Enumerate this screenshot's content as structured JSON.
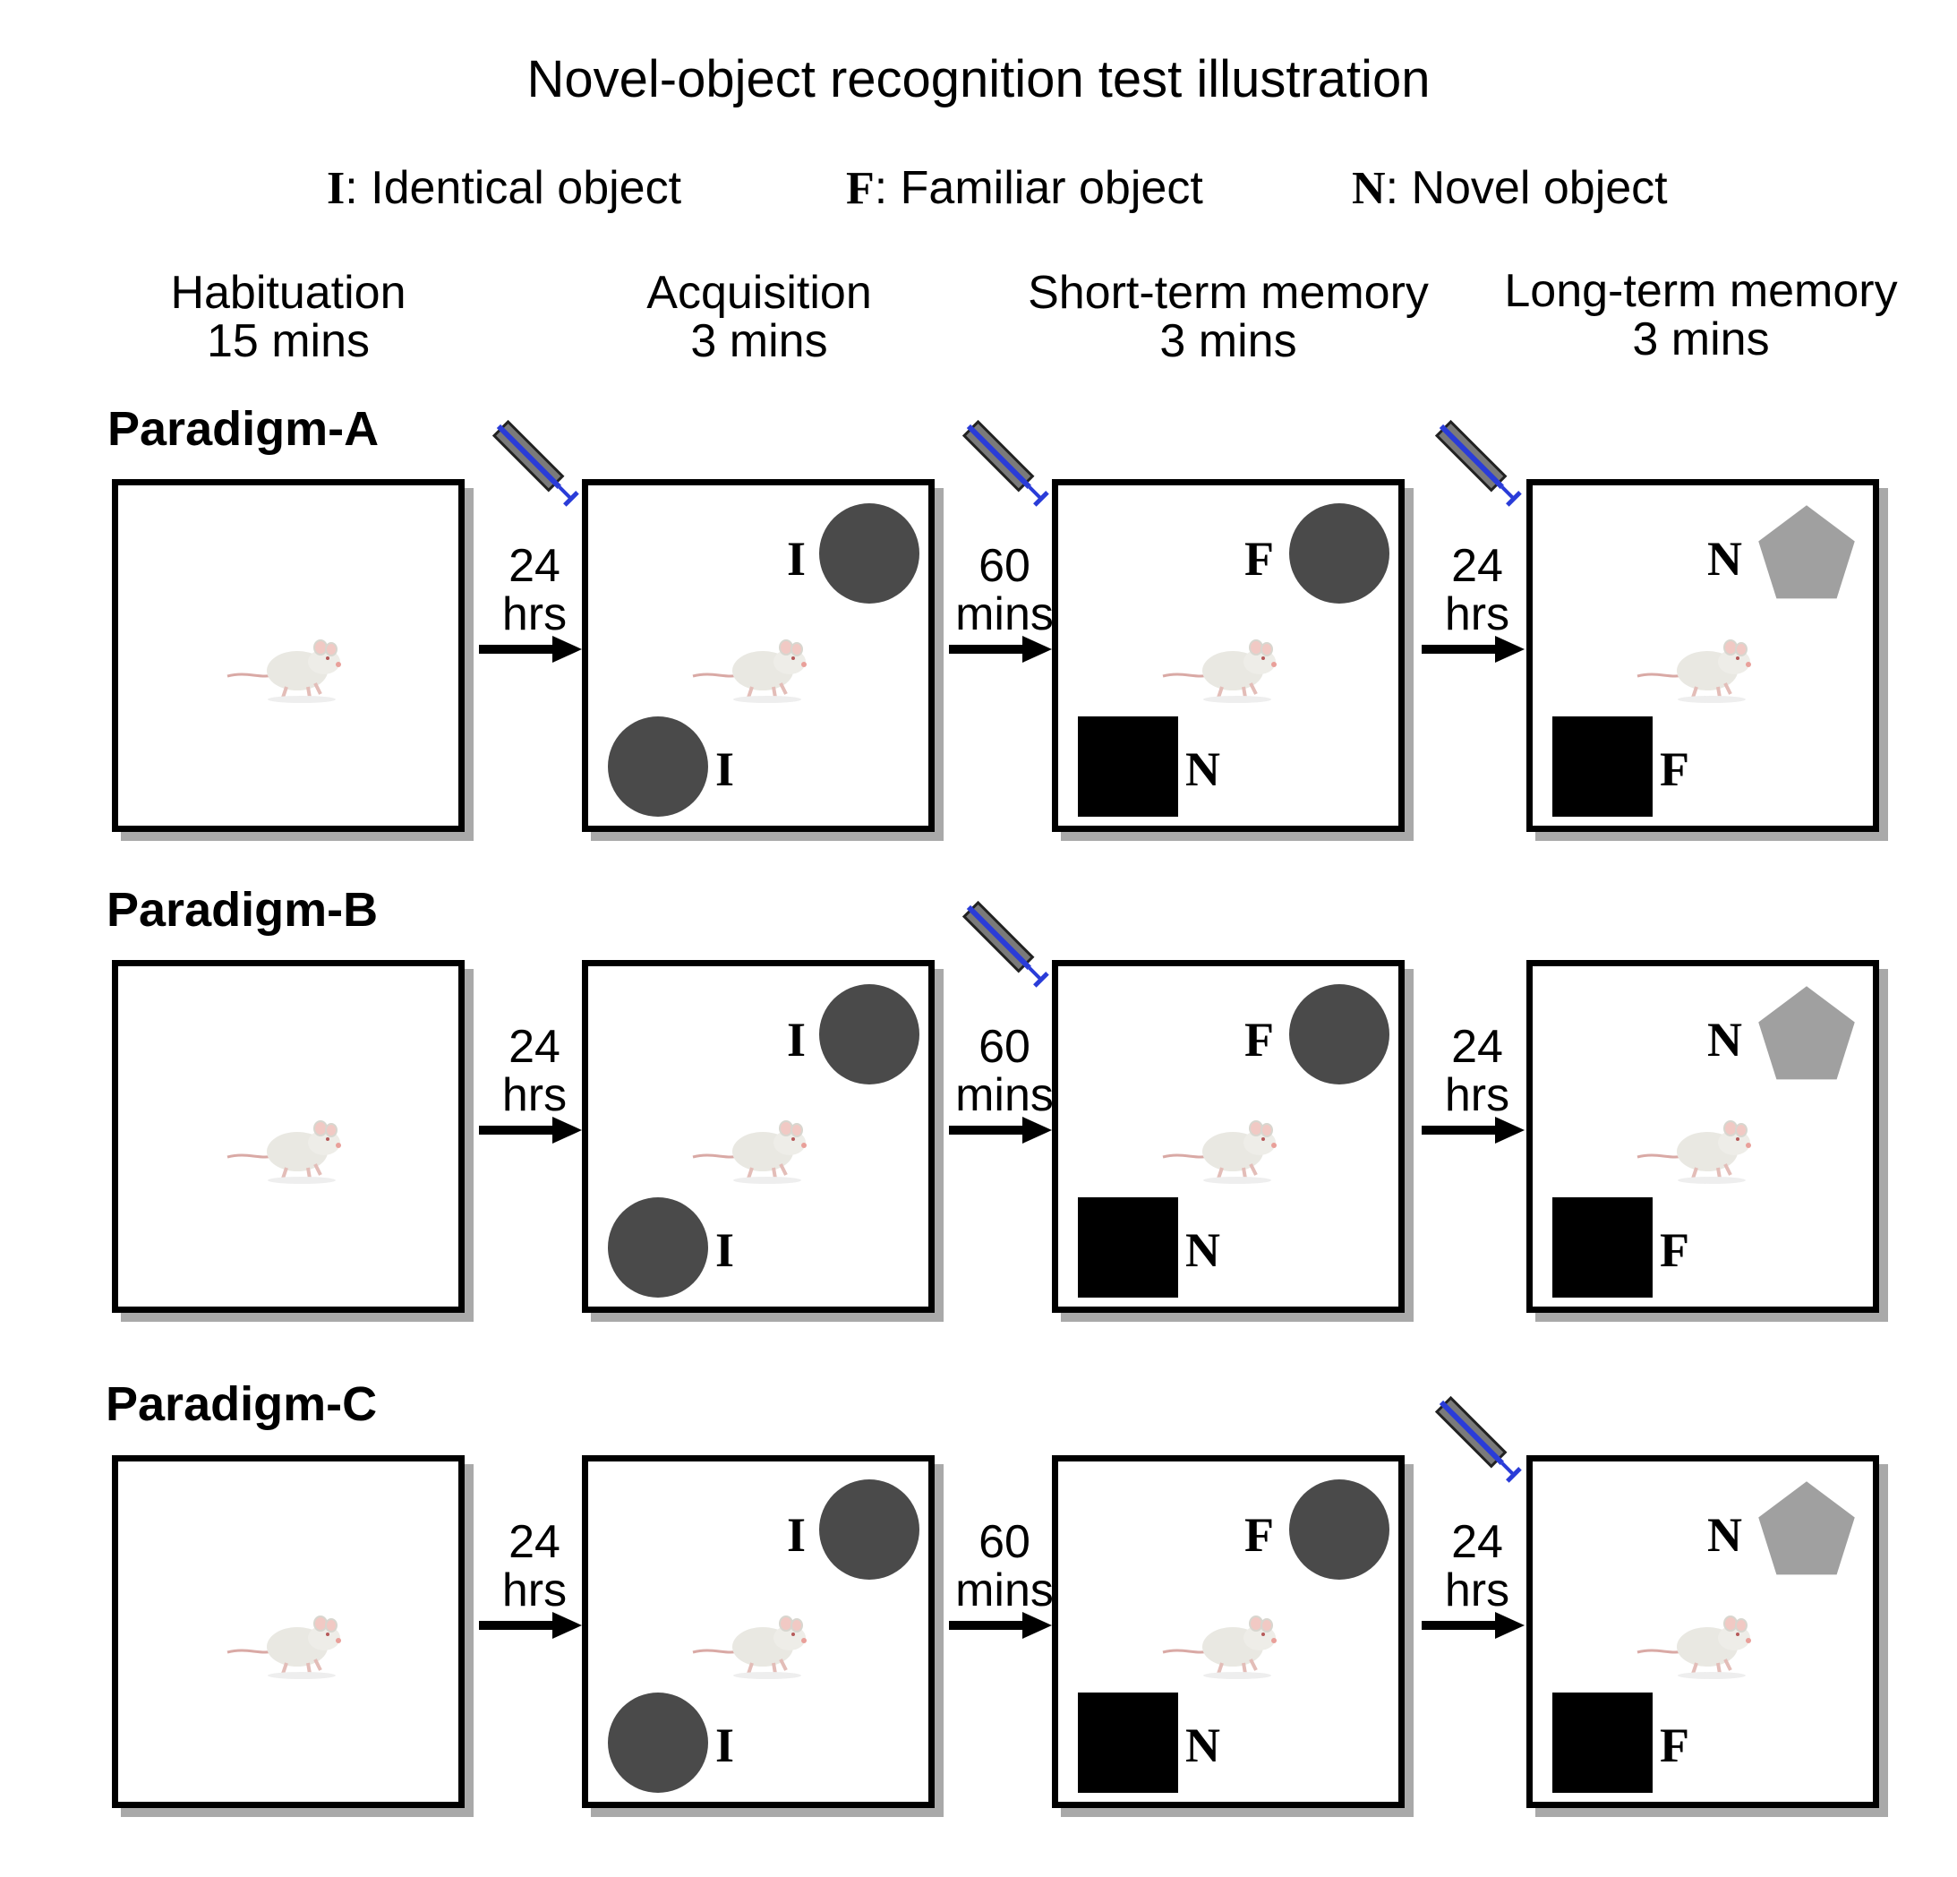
{
  "title": "Novel-object recognition test illustration",
  "legend": [
    {
      "key": "I",
      "text": ": Identical object"
    },
    {
      "key": "F",
      "text": ": Familiar object"
    },
    {
      "key": "N",
      "text": ": Novel object"
    }
  ],
  "phases": [
    {
      "name": "Habituation",
      "duration": "15 mins"
    },
    {
      "name": "Acquisition",
      "duration": "3 mins"
    },
    {
      "name": "Short-term memory",
      "duration": "3 mins"
    },
    {
      "name": "Long-term memory",
      "duration": "3 mins"
    }
  ],
  "intervals": [
    {
      "value": "24",
      "unit": "hrs"
    },
    {
      "value": "60",
      "unit": "mins"
    },
    {
      "value": "24",
      "unit": "hrs"
    }
  ],
  "object_labels": {
    "acquisition": {
      "top": "I",
      "bottom": "I"
    },
    "short_term": {
      "top": "F",
      "bottom": "N"
    },
    "long_term": {
      "top": "N",
      "bottom": "F"
    }
  },
  "paradigms": [
    {
      "name": "Paradigm-A",
      "injections_after_phase": [
        1,
        2,
        3
      ]
    },
    {
      "name": "Paradigm-B",
      "injections_after_phase": [
        2
      ]
    },
    {
      "name": "Paradigm-C",
      "injections_after_phase": [
        3
      ]
    }
  ],
  "colors": {
    "circle_object": "#4a4a4a",
    "square_object": "#000000",
    "pentagon_object": "#a0a0a0",
    "syringe_body": "#7a7a7a",
    "syringe_plunger": "#2a3cd8"
  },
  "icons": {
    "subject": "rat-icon",
    "injection": "syringe-icon",
    "transition": "arrow-icon"
  }
}
